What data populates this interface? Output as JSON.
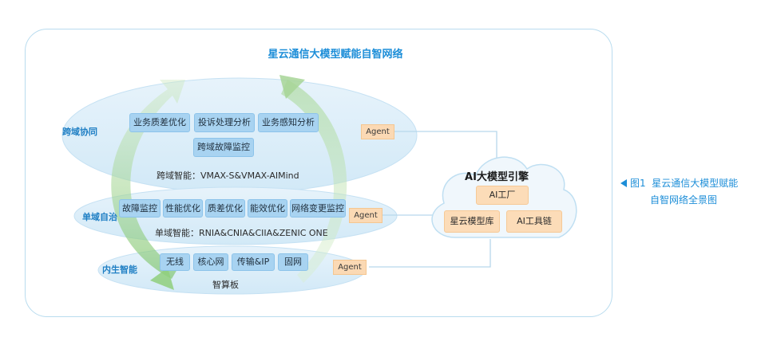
{
  "title": "星云通信大模型赋能自智网络",
  "layers": {
    "cross_domain": {
      "label": "跨域协同",
      "chips": [
        "业务质差优化",
        "投诉处理分析",
        "业务感知分析",
        "跨域故障监控"
      ],
      "caption": "跨域智能：VMAX-S&VMAX-AIMind"
    },
    "single_domain": {
      "label": "单域自治",
      "chips": [
        "故障监控",
        "性能优化",
        "质差优化",
        "能效优化",
        "网络变更监控"
      ],
      "caption": "单域智能：RNIA&CNIA&CIIA&ZENIC ONE"
    },
    "native": {
      "label": "内生智能",
      "chips": [
        "无线",
        "核心网",
        "传输&IP",
        "固网"
      ],
      "caption": "智算板"
    }
  },
  "agent_label": "Agent",
  "engine": {
    "title": "AI大模型引擎",
    "chips": [
      "AI工厂",
      "星云模型库",
      "AI工具链"
    ]
  },
  "figure_caption": {
    "marker": "图1",
    "line1": "星云通信大模型赋能",
    "line2": "自智网络全景图"
  }
}
